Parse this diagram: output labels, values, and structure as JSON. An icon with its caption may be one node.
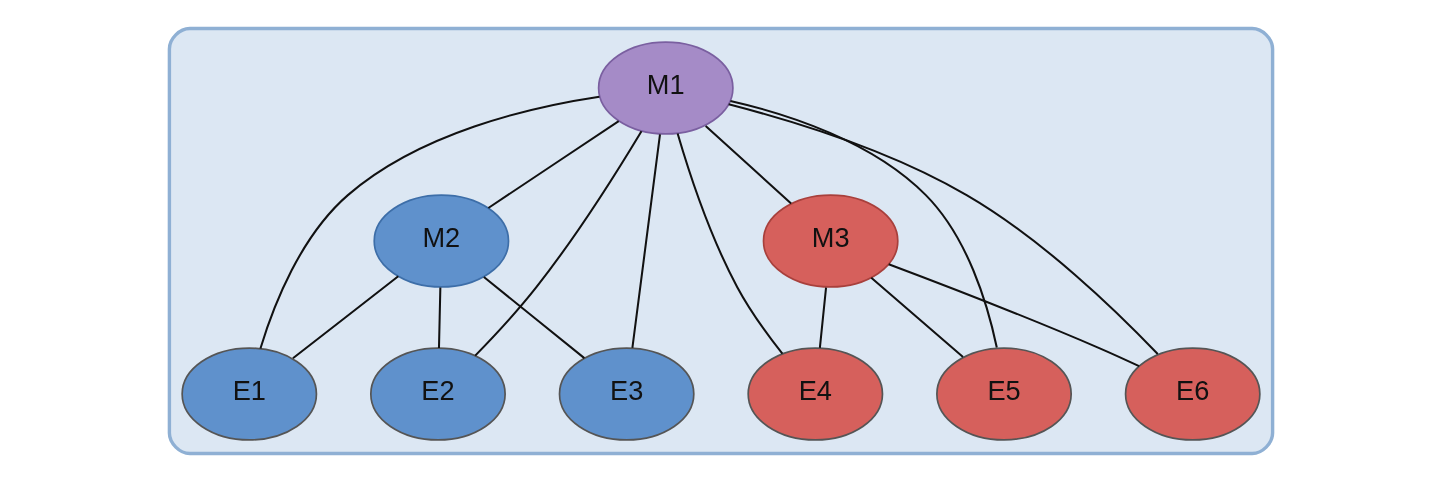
{
  "diagram": {
    "nodes": [
      {
        "text": [],
        "shape": "ellipse"
      },
      {
        "text": [
          "M1"
        ],
        "in": 0
      },
      {
        "text": [
          "M2"
        ],
        "in": 0
      },
      {
        "text": [
          "M3"
        ],
        "in": 0
      },
      {
        "text": [
          "E1"
        ],
        "in": 0
      },
      {
        "text": [
          "E2"
        ],
        "in": 0
      },
      {
        "text": [
          "E3"
        ],
        "in": 0
      },
      {
        "text": [
          "E4"
        ],
        "in": 0
      },
      {
        "text": [
          "E5"
        ],
        "in": 0
      },
      {
        "text": [
          "E6"
        ],
        "in": 0
      }
    ],
    "edges": [
      {
        "from": 1,
        "to": 2,
        "arrow": "none"
      },
      {
        "from": 1,
        "to": 3,
        "arrow": "none"
      },
      {
        "from": 1,
        "to": 4,
        "arrow": "none"
      },
      {
        "from": 1,
        "to": 5,
        "arrow": "none"
      },
      {
        "from": 1,
        "to": 6,
        "arrow": "none"
      },
      {
        "from": 1,
        "to": 7,
        "arrow": "none"
      },
      {
        "from": 1,
        "to": 8,
        "arrow": "none"
      },
      {
        "from": 1,
        "to": 9,
        "arrow": "none"
      },
      {
        "from": 2,
        "to": 4,
        "arrow": "none"
      },
      {
        "from": 2,
        "to": 5,
        "arrow": "none"
      },
      {
        "from": 2,
        "to": 6,
        "arrow": "none"
      },
      {
        "from": 3,
        "to": 7,
        "arrow": "none"
      },
      {
        "from": 3,
        "to": 8,
        "arrow": "none"
      },
      {
        "from": 3,
        "to": 9,
        "arrow": "none"
      }
    ]
  }
}
